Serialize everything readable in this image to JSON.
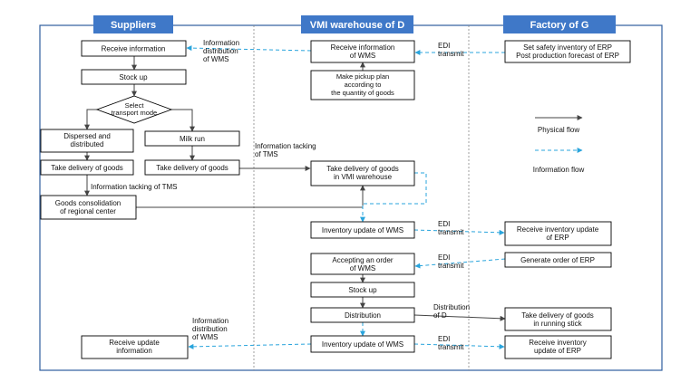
{
  "lanes": [
    {
      "id": "suppliers",
      "title": "Suppliers"
    },
    {
      "id": "vmi",
      "title": "VMI warehouse of D"
    },
    {
      "id": "factory",
      "title": "Factory of G"
    }
  ],
  "boxes": {
    "receive_information": [
      "Receive information"
    ],
    "stock_up_supplier": [
      "Stock up"
    ],
    "select_mode": [
      "Select",
      "transport mode"
    ],
    "dispersed": [
      "Dispersed and",
      "distributed"
    ],
    "milk_run": [
      "Milk run"
    ],
    "take_delivery_left": [
      "Take delivery of goods"
    ],
    "take_delivery_mid": [
      "Take delivery of goods"
    ],
    "consolidation": [
      "Goods consolidation",
      "of regional center"
    ],
    "receive_update_info": [
      "Receive update",
      "information"
    ],
    "vmi_receive_info": [
      "Receive information",
      "of WMS"
    ],
    "pickup_plan": [
      "Make pickup plan",
      "according to",
      "the quantity of goods"
    ],
    "vmi_take_delivery": [
      "Take delivery of goods",
      "in VMI warehouse"
    ],
    "inventory_update_1": [
      "Inventory update of WMS"
    ],
    "accepting_order": [
      "Accepting an order",
      "of WMS"
    ],
    "stock_up_vmi": [
      "Stock up"
    ],
    "distribution": [
      "Distribution"
    ],
    "inventory_update_2": [
      "Inventory update of WMS"
    ],
    "safety_inventory": [
      "Set safety inventory of ERP",
      "Post production forecast of ERP"
    ],
    "receive_inv_update_1": [
      "Receive inventory update",
      "of ERP"
    ],
    "generate_order": [
      "Generate order of ERP"
    ],
    "take_delivery_stick": [
      "Take delivery of goods",
      "in running stick"
    ],
    "receive_inv_update_2": [
      "Receive inventory",
      "update of ERP"
    ]
  },
  "labels": {
    "info_dist_wms_top": [
      "Information",
      "distribution",
      "of WMS"
    ],
    "edi_1": [
      "EDI",
      "transmit"
    ],
    "info_tacking_tms_top": [
      "Information tacking",
      "of TMS"
    ],
    "info_tacking_tms_left": [
      "Information tacking of TMS"
    ],
    "edi_2": [
      "EDI",
      "transmit"
    ],
    "edi_3": [
      "EDI",
      "transmit"
    ],
    "distribution_of_d": [
      "Distribution",
      "of D"
    ],
    "info_dist_wms_bottom": [
      "Information",
      "distribution",
      "of WMS"
    ],
    "edi_4": [
      "EDI",
      "transmit"
    ]
  },
  "legend": {
    "physical_flow": "Physical flow",
    "information_flow": "Information flow"
  },
  "colors": {
    "lane_header": "#3f78c8",
    "frame": "#2f5e9e",
    "box_border": "#000000",
    "physical_arrow": "#444444",
    "info_arrow": "#29a4dc",
    "divider": "#888888"
  }
}
